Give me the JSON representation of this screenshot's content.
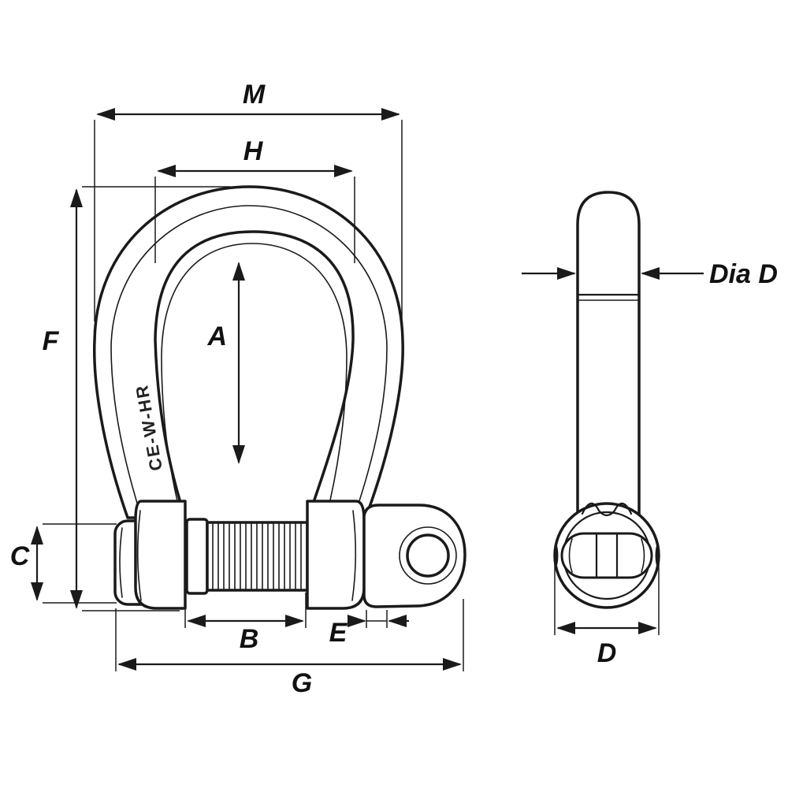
{
  "diagram": {
    "labels": {
      "m": "M",
      "h": "H",
      "a": "A",
      "f": "F",
      "c": "C",
      "b": "B",
      "e": "E",
      "g": "G",
      "d": "D",
      "dia_d": "Dia D"
    },
    "front_view": {
      "marking": "CE-W-HR"
    },
    "colors": {
      "line": "#1a1a1a",
      "background": "#ffffff"
    }
  }
}
